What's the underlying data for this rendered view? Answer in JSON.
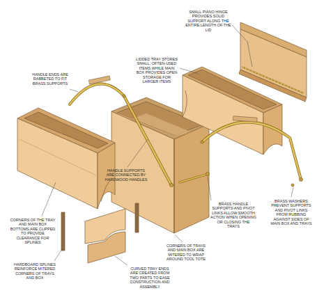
{
  "diagram": {
    "labels": [
      "SMALL PIANO HINGE PROVIDES SOLID SUPPORT ALONG THE ENTIRE LENGTH OF THE LID",
      "LIDDED TRAY STORES SMALL, OFTEN-USED ITEMS WHILE MAIN BOX PROVIDES OPEN STORAGE FOR LARGER ITEMS",
      "HANDLE ENDS ARE RABBETED TO FIT BRASS SUPPORTS",
      "HANDLE SUPPORTS ARE CONNECTED BY HARDWOOD HANDLES",
      "CORNERS OF THE TRAY AND MAIN BOX BOTTOMS ARE CLIPPED TO PROVIDE CLEARANCE FOR SPLINES",
      "BRASS HANDLE SUPPORTS AND PIVOT LINKS ALLOW SMOOTH ACTION WHEN OPENING OR CLOSING THE TRAYS",
      "BRASS WASHERS PREVENT SUPPORTS AND PIVOT LINKS FROM RUBBING AGAINST SIDES OF MAIN BOX AND TRAYS",
      "CORNERS OF TRAYS AND MAIN BOX ARE MITERED TO WRAP AROUND TOOL TOTE",
      "HARDBOARD SPLINES REINFORCE MITERED CORNERS OF TRAYS AND BOX",
      "CURVED TRAY ENDS ARE CREATED FROM TWO PARTS TO EASE CONSTRUCTION AND ASSEMBLY"
    ]
  }
}
